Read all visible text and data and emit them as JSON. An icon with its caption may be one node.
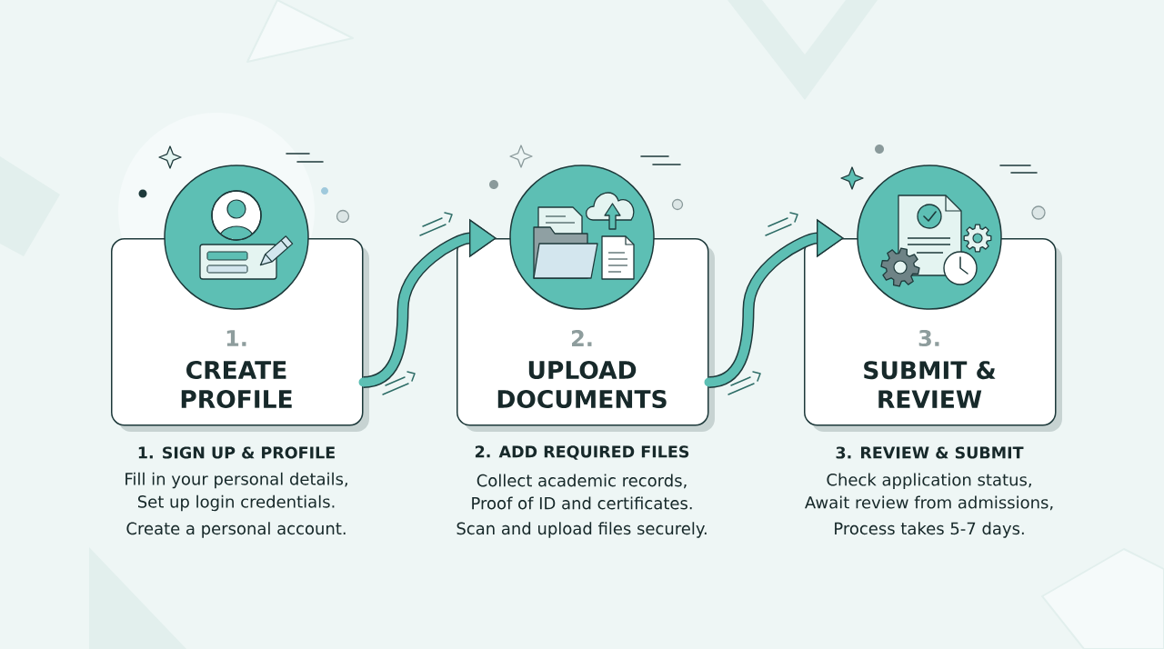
{
  "diagram": {
    "nodes": [
      {
        "text": [
          "1.",
          "CREATE PROFILE"
        ],
        "beside": [
          "1. SIGN UP & PROFILE",
          "Fill in your personal details, Set up login credentials.",
          "Create a personal account."
        ]
      },
      {
        "text": [
          "2.",
          "UPLOAD DOCUMENTS"
        ],
        "beside": [
          "2. ADD REQUIRED FILES",
          "Collect academic records, Proof of ID and certificates.",
          "Scan and upload files securely."
        ]
      },
      {
        "text": [
          "3.",
          "SUBMIT & REVIEW"
        ],
        "beside": [
          "3. REVIEW & SUBMIT",
          "Check application status, Await review from admissions,",
          "Process takes 5-7 days."
        ]
      }
    ],
    "edges": [
      {
        "from": 0,
        "to": 1,
        "arrow": "to"
      },
      {
        "from": 1,
        "to": 2,
        "arrow": "to"
      }
    ]
  }
}
